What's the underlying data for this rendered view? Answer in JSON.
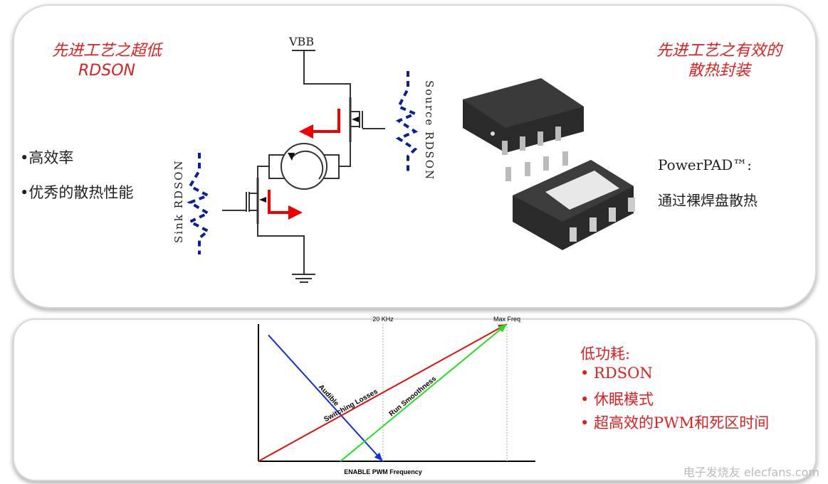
{
  "top_panel": {
    "left_title": [
      "先进工艺之超低",
      "RDSON"
    ],
    "right_title": [
      "先进工艺之有效的",
      "散热封装"
    ],
    "bullets": [
      "•高效率",
      "•优秀的散热性能"
    ],
    "circuit": {
      "supply_label": "VBB",
      "source_label": "Source RDSON",
      "sink_label": "Sink RDSON"
    },
    "package_label": "PowerPAD™:",
    "package_desc": "通过裸焊盘散热"
  },
  "bottom_panel": {
    "list_title": "低功耗:",
    "list_items": [
      "•  RDSON",
      "•  休眠模式",
      "•  超高效的PWM和死区时间"
    ]
  },
  "chart_data": {
    "type": "line",
    "xlabel": "ENABLE PWM Frequency",
    "ylabel": "",
    "reference_lines": [
      "20 KHz",
      "Max Freq"
    ],
    "series": [
      {
        "name": "Audible",
        "color": "#1030e0",
        "x": [
          0.04,
          0.5
        ],
        "y": [
          0.92,
          0
        ]
      },
      {
        "name": "Switching Losses",
        "color": "#e01010",
        "x": [
          0,
          1
        ],
        "y": [
          0,
          1
        ]
      },
      {
        "name": "Run Smoothness",
        "color": "#20e020",
        "x": [
          0.33,
          1
        ],
        "y": [
          0,
          1
        ]
      }
    ],
    "xlim": [
      0,
      1.1
    ],
    "ylim": [
      0,
      1.05
    ],
    "grid": false
  },
  "watermark": "电子发烧友 elecfans.com",
  "colors": {
    "accent": "#e02020",
    "rdson": "#0a1f9a"
  }
}
